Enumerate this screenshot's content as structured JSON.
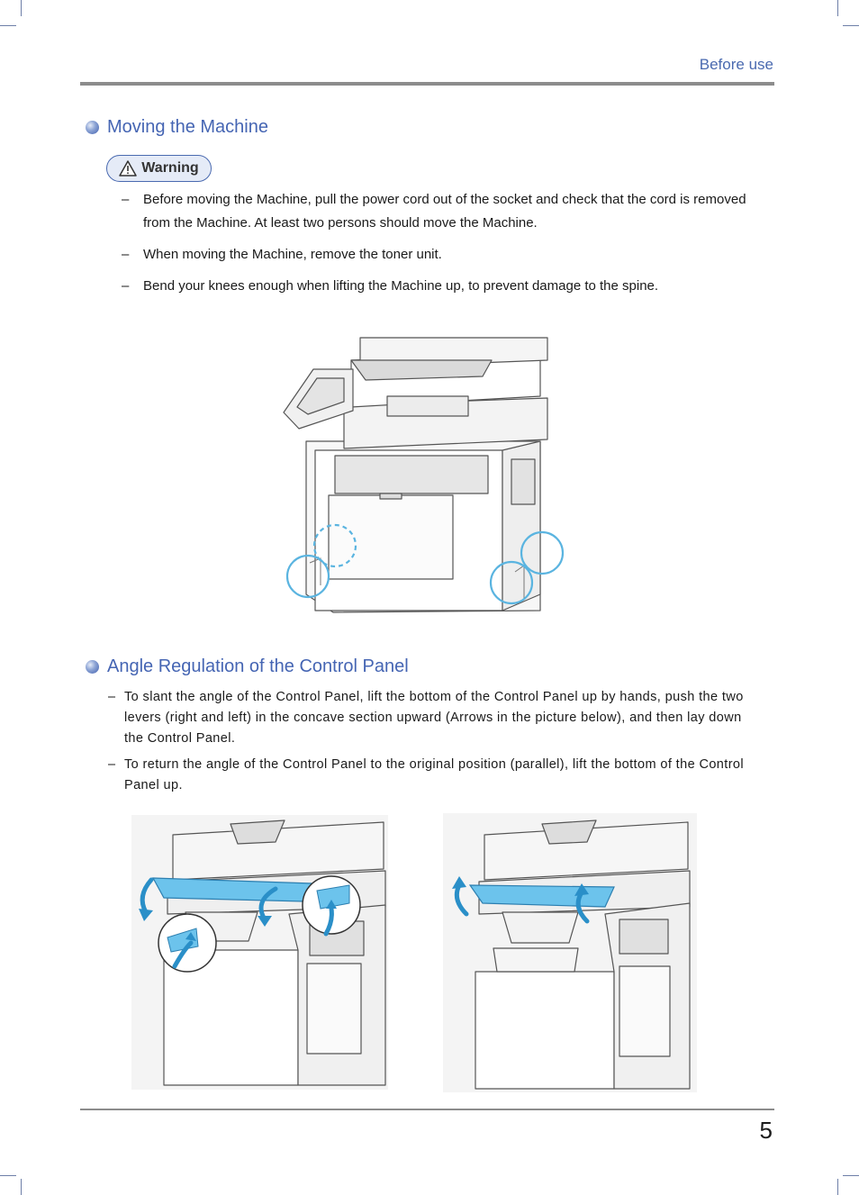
{
  "header": {
    "section": "Before use"
  },
  "moving": {
    "title": "Moving the Machine",
    "warning_label": "Warning",
    "items": [
      {
        "dash": "–",
        "text": "Before moving the Machine, pull the power cord out of the socket and check that the cord is removed from the Machine. At least two persons should move the Machine."
      },
      {
        "dash": "–",
        "text": "When moving the Machine, remove the toner unit."
      },
      {
        "dash": "–",
        "text": "Bend your knees enough when lifting the Machine up, to prevent damage to the spine."
      }
    ]
  },
  "angle": {
    "title": "Angle Regulation of the Control Panel",
    "items": [
      {
        "dash": "–",
        "text": "To slant the angle of the Control Panel, lift the bottom of the Control Panel up by hands, push the two levers (right and left) in the concave section upward (Arrows in the picture below), and then lay down the Control Panel."
      },
      {
        "dash": "–",
        "text": "To return the angle of the Control Panel to the original position (parallel), lift the bottom of the Control Panel up."
      }
    ]
  },
  "footer": {
    "page_number": "5"
  },
  "colors": {
    "accent": "#4565b3",
    "highlight": "#5ab4e0",
    "rule": "#8c8c8c"
  }
}
